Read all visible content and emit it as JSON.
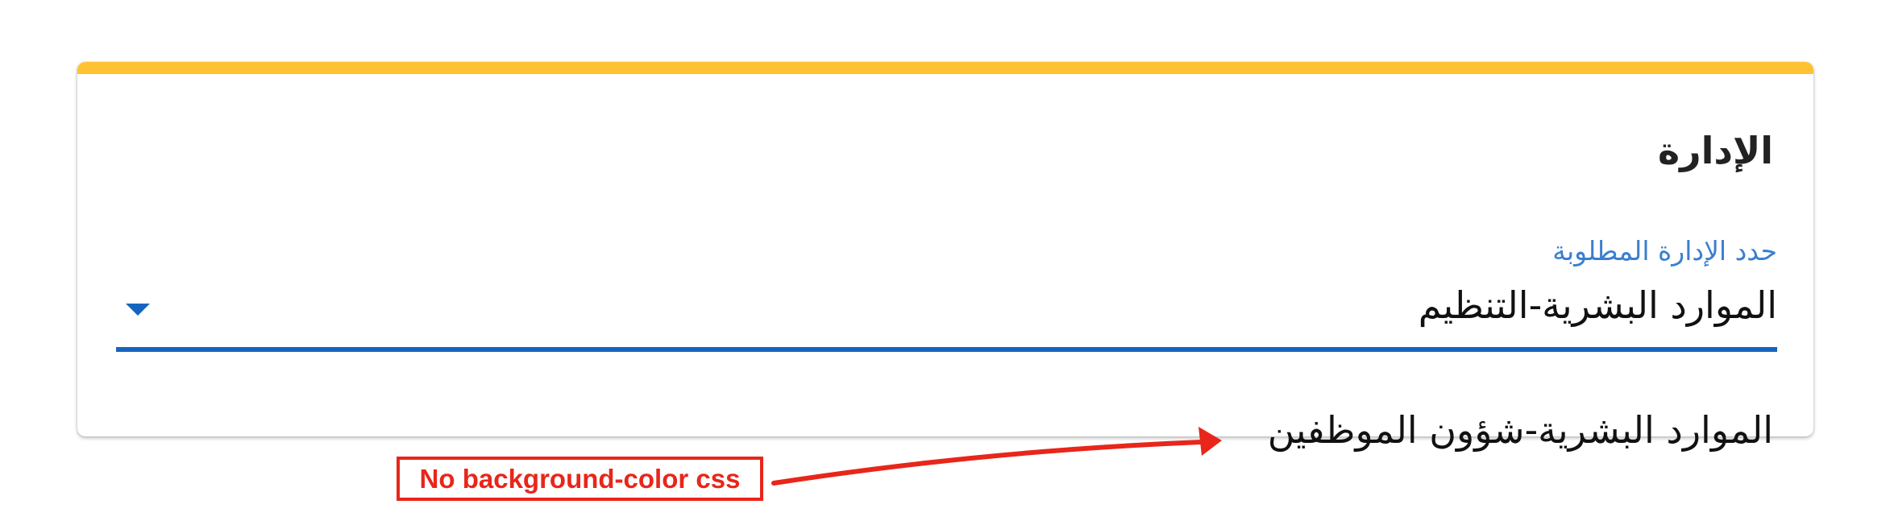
{
  "colors": {
    "accent_bar": "#ffc233",
    "field_label": "#3a7fd0",
    "underline": "#1565c0",
    "dropdown_arrow": "#1565c0",
    "annotation_red": "#e8261a"
  },
  "card": {
    "title": "الإدارة",
    "field": {
      "label": "حدد الإدارة المطلوبة",
      "selected_value": "الموارد البشرية-التنظيم",
      "dropdown_icon": "triangle-down-icon"
    },
    "overflowing_option": "الموارد البشرية-شؤون الموظفين"
  },
  "annotation": {
    "text": "No background-color css",
    "arrow_icon": "red-arrow-icon"
  }
}
